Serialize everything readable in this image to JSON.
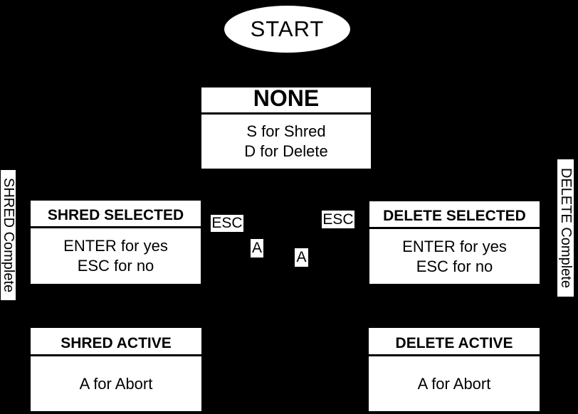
{
  "diagram": {
    "description": "Keyboard-driven shred/delete state machine diagram",
    "colors": {
      "background": "#000000",
      "node_fill": "#ffffff",
      "node_text": "#000000",
      "separator": "#000000"
    },
    "nodes": {
      "start": {
        "label": "START"
      },
      "none": {
        "title": "NONE",
        "lines": [
          "S for Shred",
          "D for Delete"
        ]
      },
      "shred_selected": {
        "title": "SHRED SELECTED",
        "lines": [
          "ENTER for yes",
          "ESC for no"
        ]
      },
      "delete_selected": {
        "title": "DELETE SELECTED",
        "lines": [
          "ENTER for yes",
          "ESC for no"
        ]
      },
      "shred_active": {
        "title": "SHRED ACTIVE",
        "lines": [
          "A for Abort"
        ]
      },
      "delete_active": {
        "title": "DELETE ACTIVE",
        "lines": [
          "A for Abort"
        ]
      }
    },
    "edge_labels": {
      "esc_left": "ESC",
      "esc_right": "ESC",
      "abort_left": "A",
      "abort_right": "A",
      "shred_complete": "SHRED Complete",
      "delete_complete": "DELETE Complete"
    }
  }
}
